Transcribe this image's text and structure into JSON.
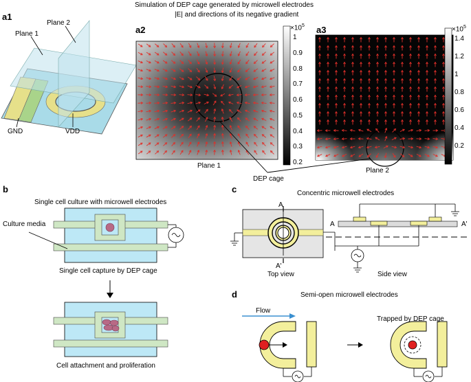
{
  "header": {
    "title_line1": "Simulation of DEP cage generated by microwell electrodes",
    "title_line2": "|E| and directions of its negative gradient"
  },
  "panel_a1": {
    "tag": "a1",
    "plane1": "Plane 1",
    "plane2": "Plane 2",
    "gnd": "GND",
    "vdd": "VDD"
  },
  "panel_a2": {
    "tag": "a2",
    "plane_label": "Plane 1",
    "colorbar_exp": "×10",
    "colorbar_exp_sup": "5",
    "ticks": [
      "1",
      "0.9",
      "0.8",
      "0.7",
      "0.6",
      "0.5",
      "0.4",
      "0.3",
      "0.2"
    ]
  },
  "panel_a3": {
    "tag": "a3",
    "plane_label": "Plane 2",
    "colorbar_exp": "×10",
    "colorbar_exp_sup": "5",
    "ticks": [
      "1.4",
      "1.2",
      "1",
      "0.8",
      "0.6",
      "0.4",
      "0.2"
    ]
  },
  "dep_cage_label": "DEP cage",
  "panel_b": {
    "tag": "b",
    "title": "Single cell culture with microwell electrodes",
    "culture_media": "Culture media",
    "capture": "Single cell capture by DEP cage",
    "attachment": "Cell attachment and proliferation"
  },
  "panel_c": {
    "tag": "c",
    "title": "Concentric microwell electrodes",
    "a_top": "A",
    "a_bottom": "A'",
    "a_left": "A",
    "a_right": "A'",
    "top_view": "Top view",
    "side_view": "Side view"
  },
  "panel_d": {
    "tag": "d",
    "title": "Semi-open microwell electrodes",
    "flow": "Flow",
    "trapped": "Trapped by DEP cage"
  },
  "colors": {
    "electrode_yellow": "#f3ef9c",
    "media_blue": "#b8e6f4",
    "electrode_green": "#cfe7c4",
    "arrow_red": "#e0302a",
    "flow_blue": "#3a8fd0",
    "cell_red": "#e02020"
  }
}
